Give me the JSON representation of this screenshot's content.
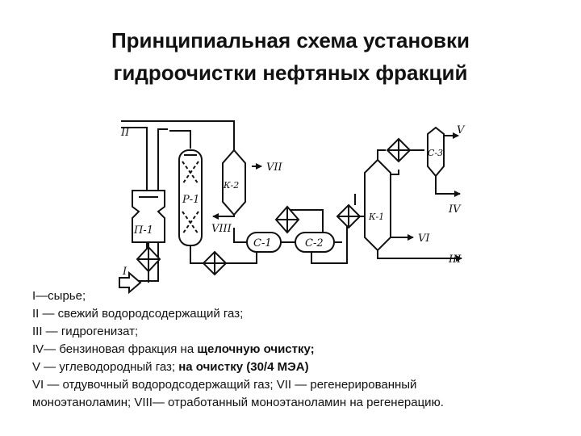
{
  "title": {
    "line1": "Принципиальная схема установки",
    "line2": "гидроочистки нефтяных фракций"
  },
  "diagram": {
    "streams": {
      "I": "I",
      "II": "II",
      "III": "III",
      "IV": "IV",
      "V": "V",
      "VI": "VI",
      "VII": "VII",
      "VIII": "VIII"
    },
    "equipment": {
      "furnace": "П-1",
      "reactor": "Р-1",
      "column_k2": "К-2",
      "column_k1": "К-1",
      "separator_c1": "С-1",
      "separator_c2": "С-2",
      "separator_c3": "С-3"
    }
  },
  "legend": [
    {
      "text": "I—сырье;"
    },
    {
      "text": "II — свежий водородсодержащий газ;"
    },
    {
      "text": "III — гидрогенизат;"
    },
    {
      "text": "IV— бензиновая фракция на ",
      "bold": "щелочную очистку;"
    },
    {
      "text": "V — углеводородный газ; ",
      "bold": "на очистку (30/4 МЭА)"
    },
    {
      "text": " VI — отдувочный водородсодержащий газ; VII — регенерированный"
    },
    {
      "text": "моноэтаноламин; VIII— отработанный моноэтаноламин на регенерацию."
    }
  ]
}
